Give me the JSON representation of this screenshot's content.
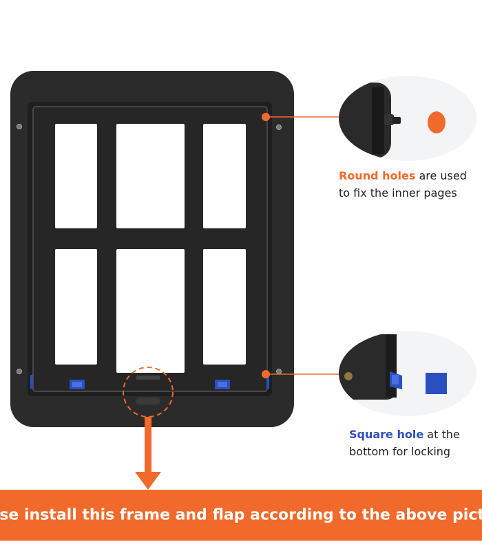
{
  "callouts": [
    {
      "highlight": "Round holes",
      "line1_rest": " are used",
      "line2": "to fix the inner pages",
      "accent": "#f26a2b"
    },
    {
      "highlight": "Square hole",
      "line1_rest": " at the",
      "line2": "bottom for locking",
      "accent": "#2c4fc0"
    }
  ],
  "banner": {
    "text": "ease install this frame and flap according to the above pictur",
    "color": "#f26a2b"
  },
  "frame_color": "#2a2a2a",
  "arrow_color": "#f26a2b"
}
